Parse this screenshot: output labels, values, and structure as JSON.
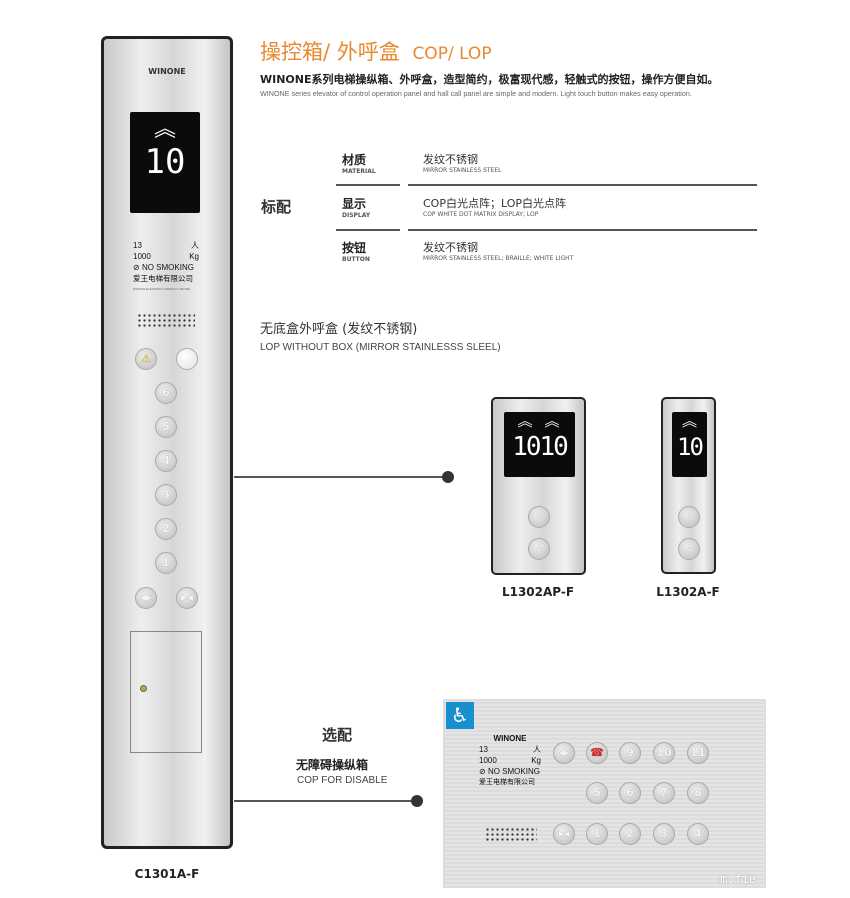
{
  "header": {
    "title_cn": "操控箱/ 外呼盒",
    "title_en": "COP/ LOP",
    "subtitle_cn": "WINONE系列电梯操纵箱、外呼盒，造型简约，极富现代感，轻触式的按钮，操作方便自如。",
    "subtitle_en": "WINONE series elevator of control operation panel and hall call panel are simple and modern. Light touch button makes easy operation.",
    "accent_color": "#e8892f"
  },
  "standard": {
    "label": "标配",
    "rows": [
      {
        "label_cn": "材质",
        "label_en": "MATERIAL",
        "value_cn": "发纹不锈钢",
        "value_en": "MIRROR STAINLESS STEEL"
      },
      {
        "label_cn": "显示",
        "label_en": "DISPLAY",
        "value_cn": "COP白光点阵；LOP白光点阵",
        "value_en": "COP WHITE DOT MATRIX DISPLAY; LOP"
      },
      {
        "label_cn": "按钮",
        "label_en": "BUTTON",
        "value_cn": "发纹不锈钢",
        "value_en": "MIRROR STAINLESS STEEL; BRAILLE; WHITE LIGHT"
      }
    ]
  },
  "cop": {
    "brand": "WINONE",
    "display_arrow": "︽",
    "display_floor": "10",
    "capacity_persons": "13",
    "persons_unit": "人",
    "capacity_kg": "1000",
    "kg_unit": "Kg",
    "no_smoking": "NO SMOKING",
    "company_cn": "爱王电梯有限公司",
    "company_en": "WINONE ELEVATOR COMPANY LIMITED",
    "floor_buttons": [
      "6",
      "5",
      "4",
      "3",
      "2",
      "1"
    ],
    "model": "C1301A-F"
  },
  "lop_section": {
    "title_cn": "无底盒外呼盒 (发纹不锈钢)",
    "title_en": "LOP WITHOUT BOX (MIRROR STAINLESSS SLEEL)",
    "items": [
      {
        "model": "L1302AP-F",
        "display_floor": "1010"
      },
      {
        "model": "L1302A-F",
        "display_floor": "10"
      }
    ]
  },
  "optional": {
    "label": "选配",
    "title_cn": "无障碍操纵箱",
    "title_en": "COP FOR DISABLE",
    "panel": {
      "brand": "WINONE",
      "capacity_persons": "13",
      "persons_unit": "人",
      "capacity_kg": "1000",
      "kg_unit": "Kg",
      "no_smoking": "NO SMOKING",
      "company_cn": "爱王电梯有限公司",
      "row1": [
        "◀▶",
        "☎",
        "9",
        "10",
        "11"
      ],
      "row2": [
        "5",
        "6",
        "7",
        "8"
      ],
      "row3": [
        "▶◀",
        "1",
        "2",
        "3",
        "4"
      ],
      "accessibility_color": "#1a8fd0"
    }
  },
  "watermark": "m.fie"
}
